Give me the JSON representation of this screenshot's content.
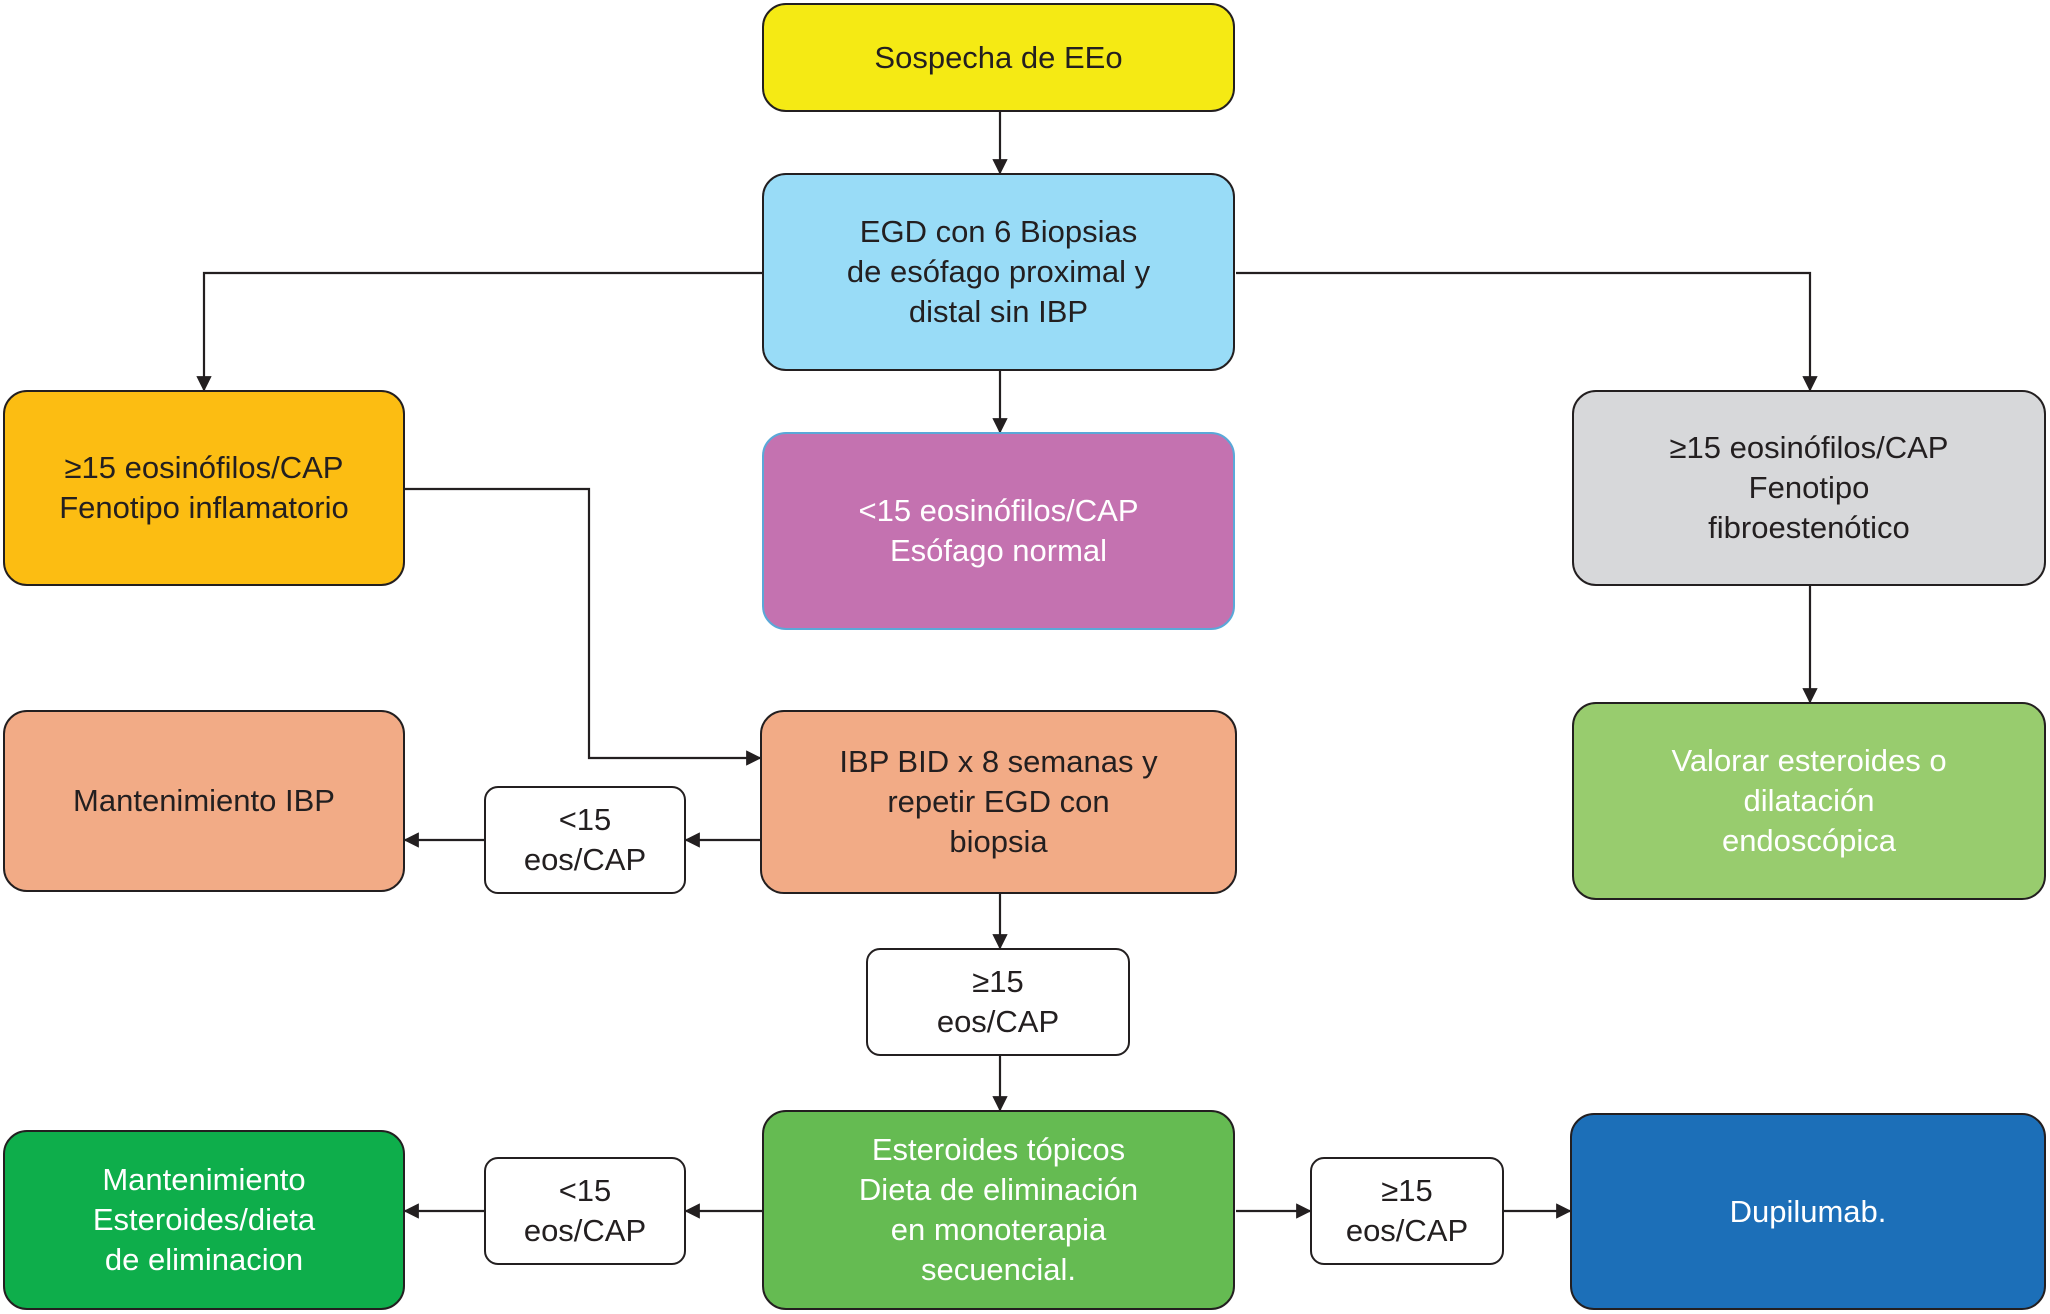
{
  "diagram": {
    "nodes": {
      "start": {
        "lines": [
          "Sospecha de EEo"
        ],
        "color": "#f5ea14"
      },
      "egd": {
        "lines": [
          "EGD con 6 Biopsias",
          "de esófago proximal y",
          "distal sin IBP"
        ],
        "color": "#99dcf7"
      },
      "inflammatory": {
        "lines": [
          "≥15 eosinófilos/CAP",
          "Fenotipo inflamatorio"
        ],
        "color": "#fcbd12"
      },
      "normal": {
        "lines": [
          "<15 eosinófilos/CAP",
          "Esófago normal"
        ],
        "color": "#c472b0"
      },
      "fibro": {
        "lines": [
          "≥15 eosinófilos/CAP",
          "Fenotipo",
          "fibroestenótico"
        ],
        "color": "#d7d8da"
      },
      "maintenance_ibp": {
        "lines": [
          "Mantenimiento IBP"
        ],
        "color": "#f2ab86"
      },
      "ibp_bid": {
        "lines": [
          "IBP BID x 8 semanas y",
          "repetir EGD con",
          "biopsia"
        ],
        "color": "#f2ab86"
      },
      "steroids_dilation": {
        "lines": [
          "Valorar esteroides o",
          "dilatación",
          "endoscópica"
        ],
        "color": "#98cc6e"
      },
      "label_lt15_upper": {
        "lines": [
          "<15",
          "eos/CAP"
        ],
        "color": "#ffffff"
      },
      "label_ge15_center": {
        "lines": [
          "≥15",
          "eos/CAP"
        ],
        "color": "#ffffff"
      },
      "maintenance_steroids": {
        "lines": [
          "Mantenimiento",
          "Esteroides/dieta",
          "de eliminacion"
        ],
        "color": "#0eae4b"
      },
      "label_lt15_lower": {
        "lines": [
          "<15",
          "eos/CAP"
        ],
        "color": "#ffffff"
      },
      "topical_steroids": {
        "lines": [
          "Esteroides tópicos",
          "Dieta de eliminación",
          "en monoterapia",
          "secuencial."
        ],
        "color": "#65bb52"
      },
      "label_ge15_lower": {
        "lines": [
          "≥15",
          "eos/CAP"
        ],
        "color": "#ffffff"
      },
      "dupilumab": {
        "lines": [
          "Dupilumab."
        ],
        "color": "#1c6fb8"
      }
    }
  }
}
